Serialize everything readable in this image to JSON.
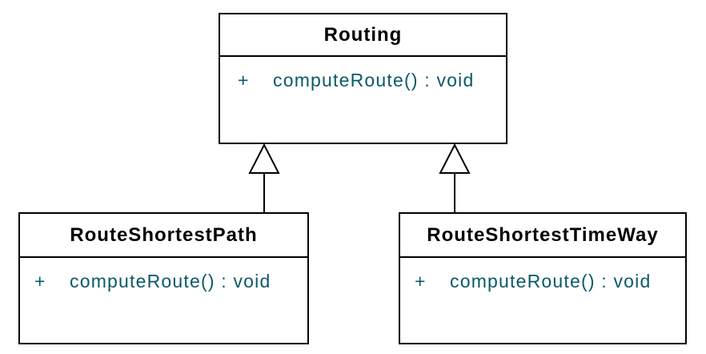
{
  "diagram": {
    "kind": "uml-class-diagram",
    "colors": {
      "box_border": "#000000",
      "box_fill": "#ffffff",
      "class_name_text": "#000000",
      "method_text": "#0a5a69",
      "background": "#ffffff"
    },
    "classes": [
      {
        "name": "Routing",
        "methods": [
          {
            "visibility": "+",
            "signature": "computeRoute() : void"
          }
        ]
      },
      {
        "name": "RouteShortestPath",
        "methods": [
          {
            "visibility": "+",
            "signature": "computeRoute() : void"
          }
        ]
      },
      {
        "name": "RouteShortestTimeWay",
        "methods": [
          {
            "visibility": "+",
            "signature": "computeRoute() : void"
          }
        ]
      }
    ],
    "relations": [
      {
        "type": "generalization",
        "from": "RouteShortestPath",
        "to": "Routing"
      },
      {
        "type": "generalization",
        "from": "RouteShortestTimeWay",
        "to": "Routing"
      }
    ]
  }
}
